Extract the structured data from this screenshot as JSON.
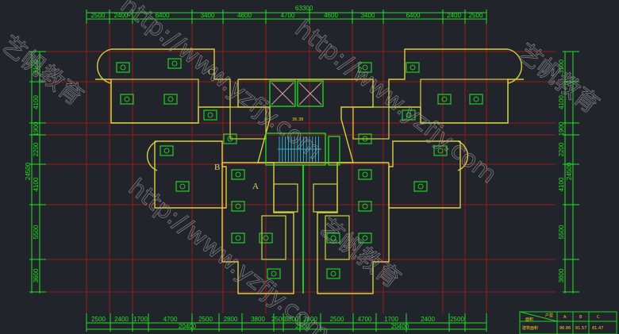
{
  "drawing": {
    "total_width_label": "63300",
    "top_dims": [
      "2500",
      "2400",
      "6400",
      "3400",
      "4600",
      "4700",
      "4600",
      "3400",
      "6400",
      "2400",
      "2500"
    ],
    "bottom_dims": [
      "2500",
      "2400",
      "1700",
      "4700",
      "2500",
      "2800",
      "3800",
      "2500",
      "3800",
      "2800",
      "2500",
      "4700",
      "1700",
      "2400",
      "2500"
    ],
    "bottom_totals": [
      "20400",
      "2500",
      "20400"
    ],
    "left_dims": [
      "3100",
      "4100",
      "1900",
      "2200",
      "4100",
      "5500",
      "3600"
    ],
    "left_total": "24500",
    "right_dims": [
      "3100",
      "4100",
      "1900",
      "2200",
      "4100",
      "5500",
      "3600"
    ],
    "right_total": "24500",
    "unit_labels": [
      "A",
      "B",
      "C"
    ],
    "lobby_label": "36.38"
  },
  "area_table": {
    "header_type": "户型",
    "header_area": "面积",
    "columns": [
      "A",
      "B",
      "C"
    ],
    "row_label": "建筑面积",
    "values": [
      "96.86",
      "81.57",
      "81.47"
    ]
  },
  "watermark": {
    "url": "http://www.yzfjy.com",
    "brand": "艺帆教育"
  },
  "colors": {
    "background": "#21252b",
    "dimension": "#22e022",
    "grid": "#d02020",
    "wall": "#d8d040",
    "furniture": "#20f020",
    "stair": "#30b0d0"
  }
}
